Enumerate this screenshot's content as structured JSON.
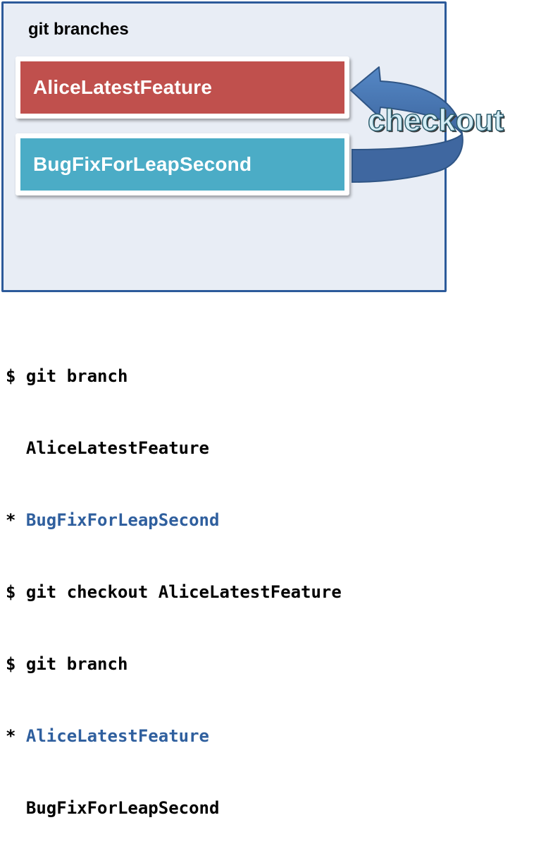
{
  "panel": {
    "title": "git branches",
    "branches": [
      {
        "name": "AliceLatestFeature",
        "color": "#c0504d"
      },
      {
        "name": "BugFixForLeapSecond",
        "color": "#4bacc6"
      }
    ],
    "arrow_label": "checkout",
    "arrow_color": "#4a7ab8"
  },
  "terminal": {
    "lines": [
      {
        "prefix": "$ ",
        "text": "git branch",
        "highlight": false
      },
      {
        "prefix": "  ",
        "text": "AliceLatestFeature",
        "highlight": false
      },
      {
        "prefix": "* ",
        "text": "BugFixForLeapSecond",
        "highlight": true
      },
      {
        "prefix": "$ ",
        "text": "git checkout AliceLatestFeature",
        "highlight": false
      },
      {
        "prefix": "$ ",
        "text": "git branch",
        "highlight": false
      },
      {
        "prefix": "* ",
        "text": "AliceLatestFeature",
        "highlight": true
      },
      {
        "prefix": "  ",
        "text": "BugFixForLeapSecond",
        "highlight": false
      }
    ],
    "highlight_color": "#2f5f9e"
  }
}
